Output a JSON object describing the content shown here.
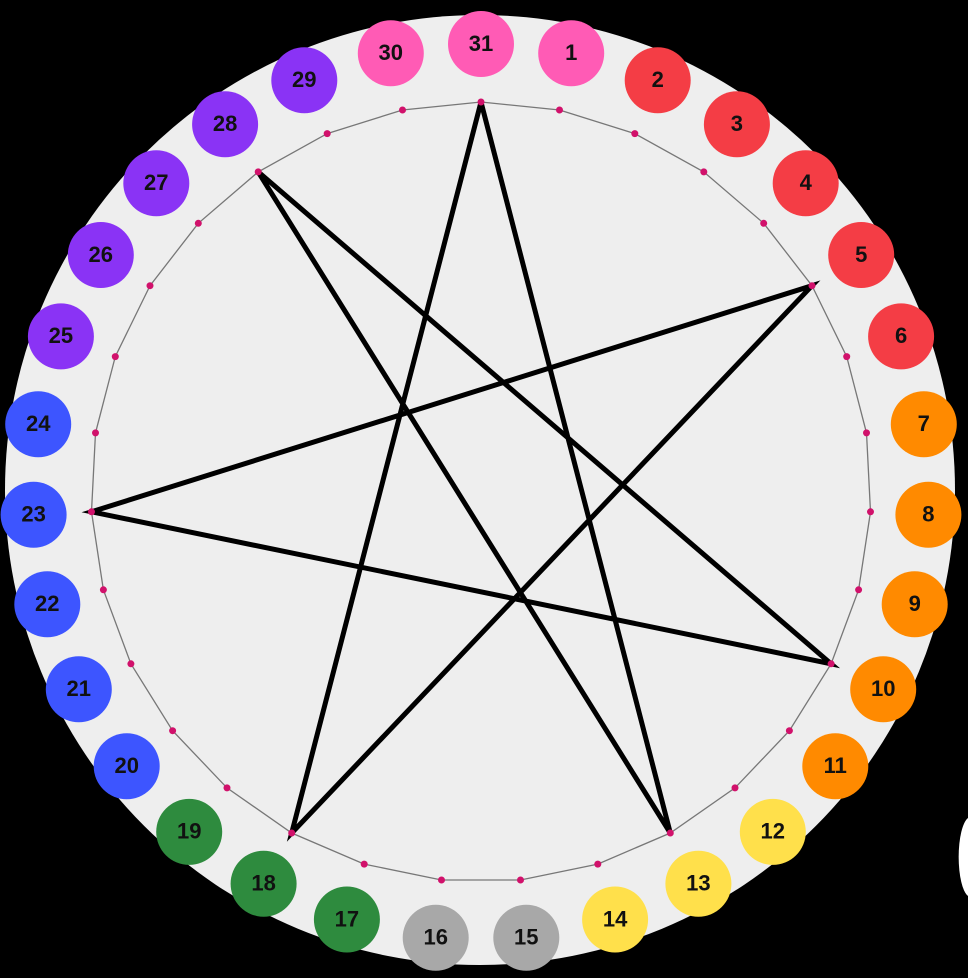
{
  "diagram": {
    "nodes": [
      {
        "label": "1",
        "color": "#ff5bb5"
      },
      {
        "label": "2",
        "color": "#f43d45"
      },
      {
        "label": "3",
        "color": "#f43d45"
      },
      {
        "label": "4",
        "color": "#f43d45"
      },
      {
        "label": "5",
        "color": "#f43d45"
      },
      {
        "label": "6",
        "color": "#f43d45"
      },
      {
        "label": "7",
        "color": "#ff8a00"
      },
      {
        "label": "8",
        "color": "#ff8a00"
      },
      {
        "label": "9",
        "color": "#ff8a00"
      },
      {
        "label": "10",
        "color": "#ff8a00"
      },
      {
        "label": "11",
        "color": "#ff8a00"
      },
      {
        "label": "12",
        "color": "#ffe04b"
      },
      {
        "label": "13",
        "color": "#ffe04b"
      },
      {
        "label": "14",
        "color": "#ffe04b"
      },
      {
        "label": "15",
        "color": "#a8a8a8"
      },
      {
        "label": "16",
        "color": "#a8a8a8"
      },
      {
        "label": "17",
        "color": "#2e8b3e"
      },
      {
        "label": "18",
        "color": "#2e8b3e"
      },
      {
        "label": "19",
        "color": "#2e8b3e"
      },
      {
        "label": "20",
        "color": "#3d55ff"
      },
      {
        "label": "21",
        "color": "#3d55ff"
      },
      {
        "label": "22",
        "color": "#3d55ff"
      },
      {
        "label": "23",
        "color": "#3d55ff"
      },
      {
        "label": "24",
        "color": "#3d55ff"
      },
      {
        "label": "25",
        "color": "#8a33f5"
      },
      {
        "label": "26",
        "color": "#8a33f5"
      },
      {
        "label": "27",
        "color": "#8a33f5"
      },
      {
        "label": "28",
        "color": "#8a33f5"
      },
      {
        "label": "29",
        "color": "#8a33f5"
      },
      {
        "label": "30",
        "color": "#ff5bb5"
      },
      {
        "label": "31",
        "color": "#ff5bb5"
      }
    ],
    "star_path": [
      "31",
      "13",
      "28",
      "10",
      "23",
      "5",
      "18",
      "31"
    ],
    "colors": {
      "background": "#000000",
      "disc": "#eeeeee",
      "ring": "#777777",
      "dot": "#d1116b",
      "star_line": "#000000"
    }
  }
}
